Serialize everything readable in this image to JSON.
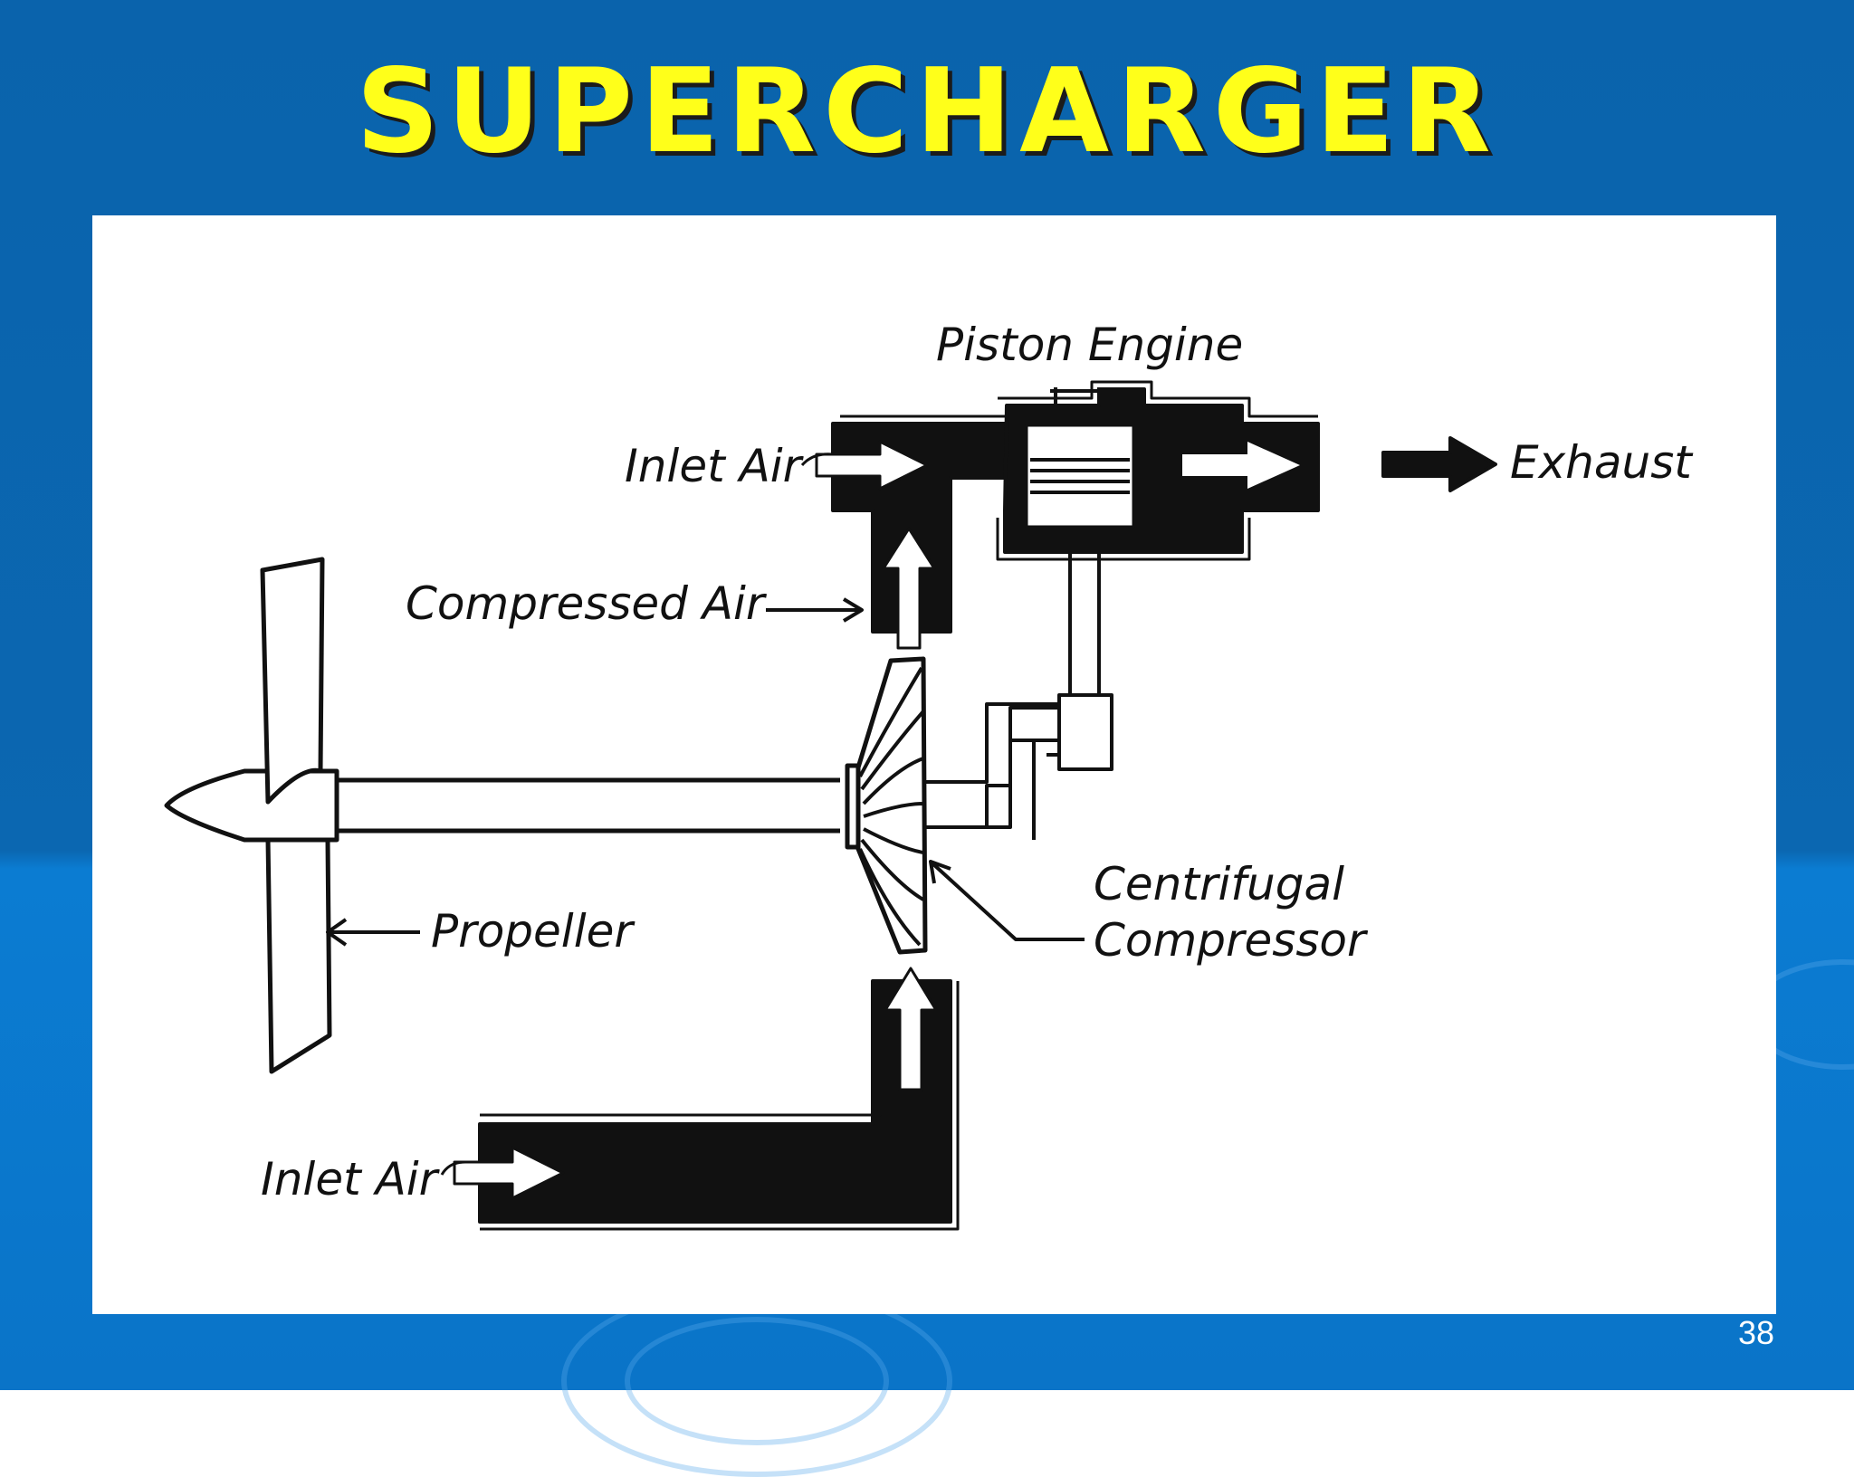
{
  "slide": {
    "title": "SUPERCHARGER",
    "page_number": "38"
  },
  "diagram": {
    "labels": {
      "piston_engine": "Piston Engine",
      "inlet_air_top": "Inlet Air",
      "exhaust": "Exhaust",
      "compressed_air": "Compressed Air",
      "propeller": "Propeller",
      "compressor_line1": "Centrifugal",
      "compressor_line2": "Compressor",
      "inlet_air_bottom": "Inlet Air"
    }
  },
  "colors": {
    "background": "#0a63ac",
    "title": "#ffff1a",
    "panel": "#ffffff",
    "ink": "#111111"
  }
}
